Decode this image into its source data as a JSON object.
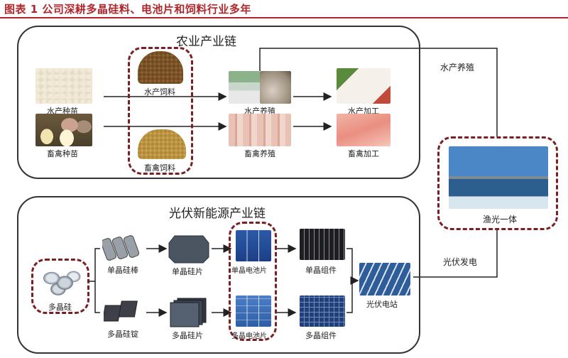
{
  "title": "图表 1 公司深耕多晶硅料、电池片和饲料行业多年",
  "agri": {
    "chain_title": "农业产业链",
    "aqua_seed": "水产种苗",
    "livestock_seed": "畜禽种苗",
    "aqua_feed": "水产饲料",
    "livestock_feed": "畜禽饲料",
    "aqua_breeding": "水产养殖",
    "livestock_breeding": "畜禽养殖",
    "aqua_processing": "水产加工",
    "livestock_processing": "畜禽加工"
  },
  "link": {
    "aqua_breeding": "水产养殖",
    "fishery_pv": "渔光一体",
    "pv_power": "光伏发电"
  },
  "pv": {
    "chain_title": "光伏新能源产业链",
    "polysilicon": "多晶硅",
    "mono_rod": "单晶硅棒",
    "mono_wafer": "单晶硅片",
    "mono_cell": "单晶电池片",
    "mono_module": "单晶组件",
    "poly_ingot": "多晶硅锭",
    "poly_wafer": "多晶硅片",
    "poly_cell": "多晶电池片",
    "poly_module": "多晶组件",
    "station": "光伏电站"
  },
  "colors": {
    "title": "#b0272b",
    "dashed_border": "#7a1f24",
    "panel_border": "#333333"
  }
}
